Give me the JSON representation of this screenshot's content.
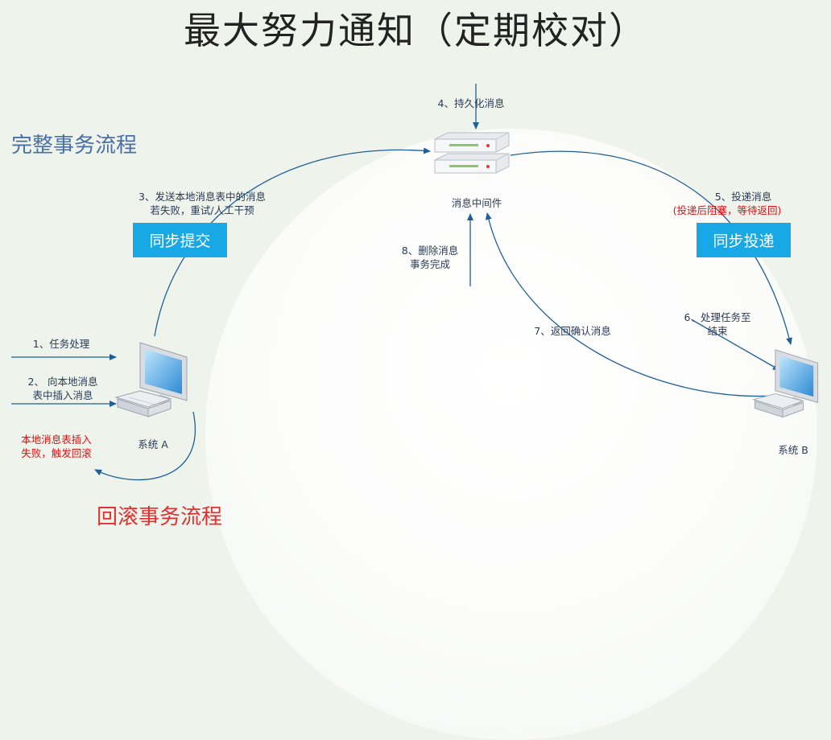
{
  "title": "最大努力通知（定期校对）",
  "sections": {
    "full": "完整事务流程",
    "rollback": "回滚事务流程"
  },
  "nodes": {
    "middleware": "消息中间件",
    "system_a": "系统 A",
    "system_b": "系统 B"
  },
  "boxes": {
    "sync_submit": "同步提交",
    "sync_deliver": "同步投递"
  },
  "steps": {
    "s1": "1、任务处理",
    "s2_line1": "2、 向本地消息",
    "s2_line2": "表中插入消息",
    "s3_line1": "3、发送本地消息表中的消息",
    "s3_line2": "若失败，重试/人工干预",
    "s4": "4、持久化消息",
    "s5_line1": "5、投递消息",
    "s5_line2": "(投递后阻塞，等待返回)",
    "s6_line1": "6、处理任务至",
    "s6_line2": "结束",
    "s7": "7、返回确认消息",
    "s8_line1": "8、删除消息",
    "s8_line2": "事务完成",
    "fail_line1": "本地消息表插入",
    "fail_line2": "失败，触发回滚"
  },
  "colors": {
    "arrow": "#1f5f99",
    "box": "#19a8e6",
    "alert": "#e01010",
    "section_blue": "#4a6fa5",
    "section_red": "#e03030"
  }
}
